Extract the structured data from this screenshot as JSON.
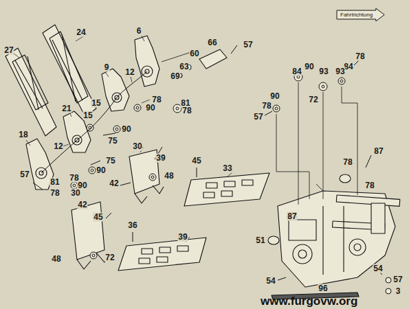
{
  "diagram": {
    "nodes": [
      {
        "text": [
          "Fahrtrichtung"
        ]
      }
    ],
    "labels": [
      "27",
      "24",
      "6",
      "66",
      "57",
      "60",
      "63",
      "69",
      "9",
      "12",
      "78",
      "15",
      "81",
      "90",
      "78",
      "21",
      "15",
      "90",
      "18",
      "12",
      "75",
      "30",
      "39",
      "75",
      "90",
      "45",
      "33",
      "57",
      "81",
      "78",
      "90",
      "48",
      "42",
      "78",
      "30",
      "42",
      "45",
      "36",
      "39",
      "48",
      "72",
      "78",
      "90",
      "84",
      "84",
      "93",
      "93",
      "90",
      "78",
      "72",
      "57",
      "87",
      "78",
      "78",
      "87",
      "51",
      "54",
      "57",
      "54",
      "3",
      "96",
      "www.furgovw.org"
    ]
  }
}
